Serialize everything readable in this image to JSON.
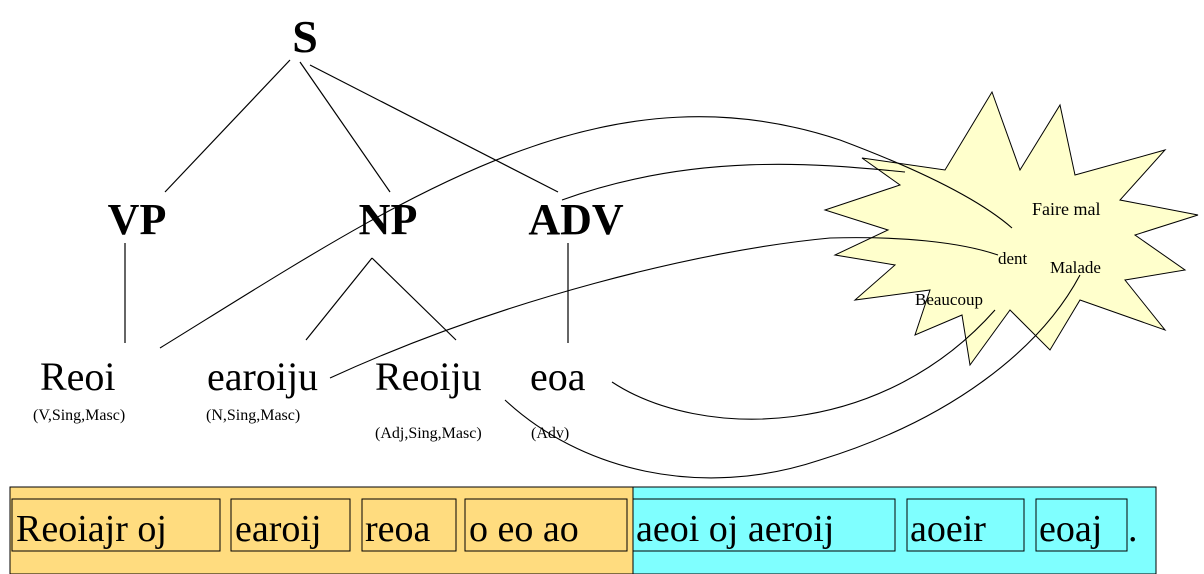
{
  "tree": {
    "root": "S",
    "phrases": {
      "vp": "VP",
      "np": "NP",
      "adv": "ADV"
    },
    "words": [
      {
        "id": "w1",
        "text": "Reoi",
        "tag": "(V,Sing,Masc)"
      },
      {
        "id": "w2",
        "text": "earoiju",
        "tag": "(N,Sing,Masc)"
      },
      {
        "id": "w3",
        "text": "Reoiju",
        "tag": "(Adj,Sing,Masc)"
      },
      {
        "id": "w4",
        "text": "eoa",
        "tag": "(Adv)"
      }
    ]
  },
  "concepts": {
    "fill_color": "#ffffcc",
    "items": [
      "Faire mal",
      "dent",
      "Malade",
      "Beaucoup"
    ]
  },
  "sentence": {
    "left_color": "#ffdc7f",
    "right_color": "#7fffff",
    "words": [
      "Reoiajr oj",
      "earoij",
      "reoa",
      "o eo ao",
      "aeoi oj aeroij",
      "aoeir",
      "eoaj",
      "."
    ]
  }
}
